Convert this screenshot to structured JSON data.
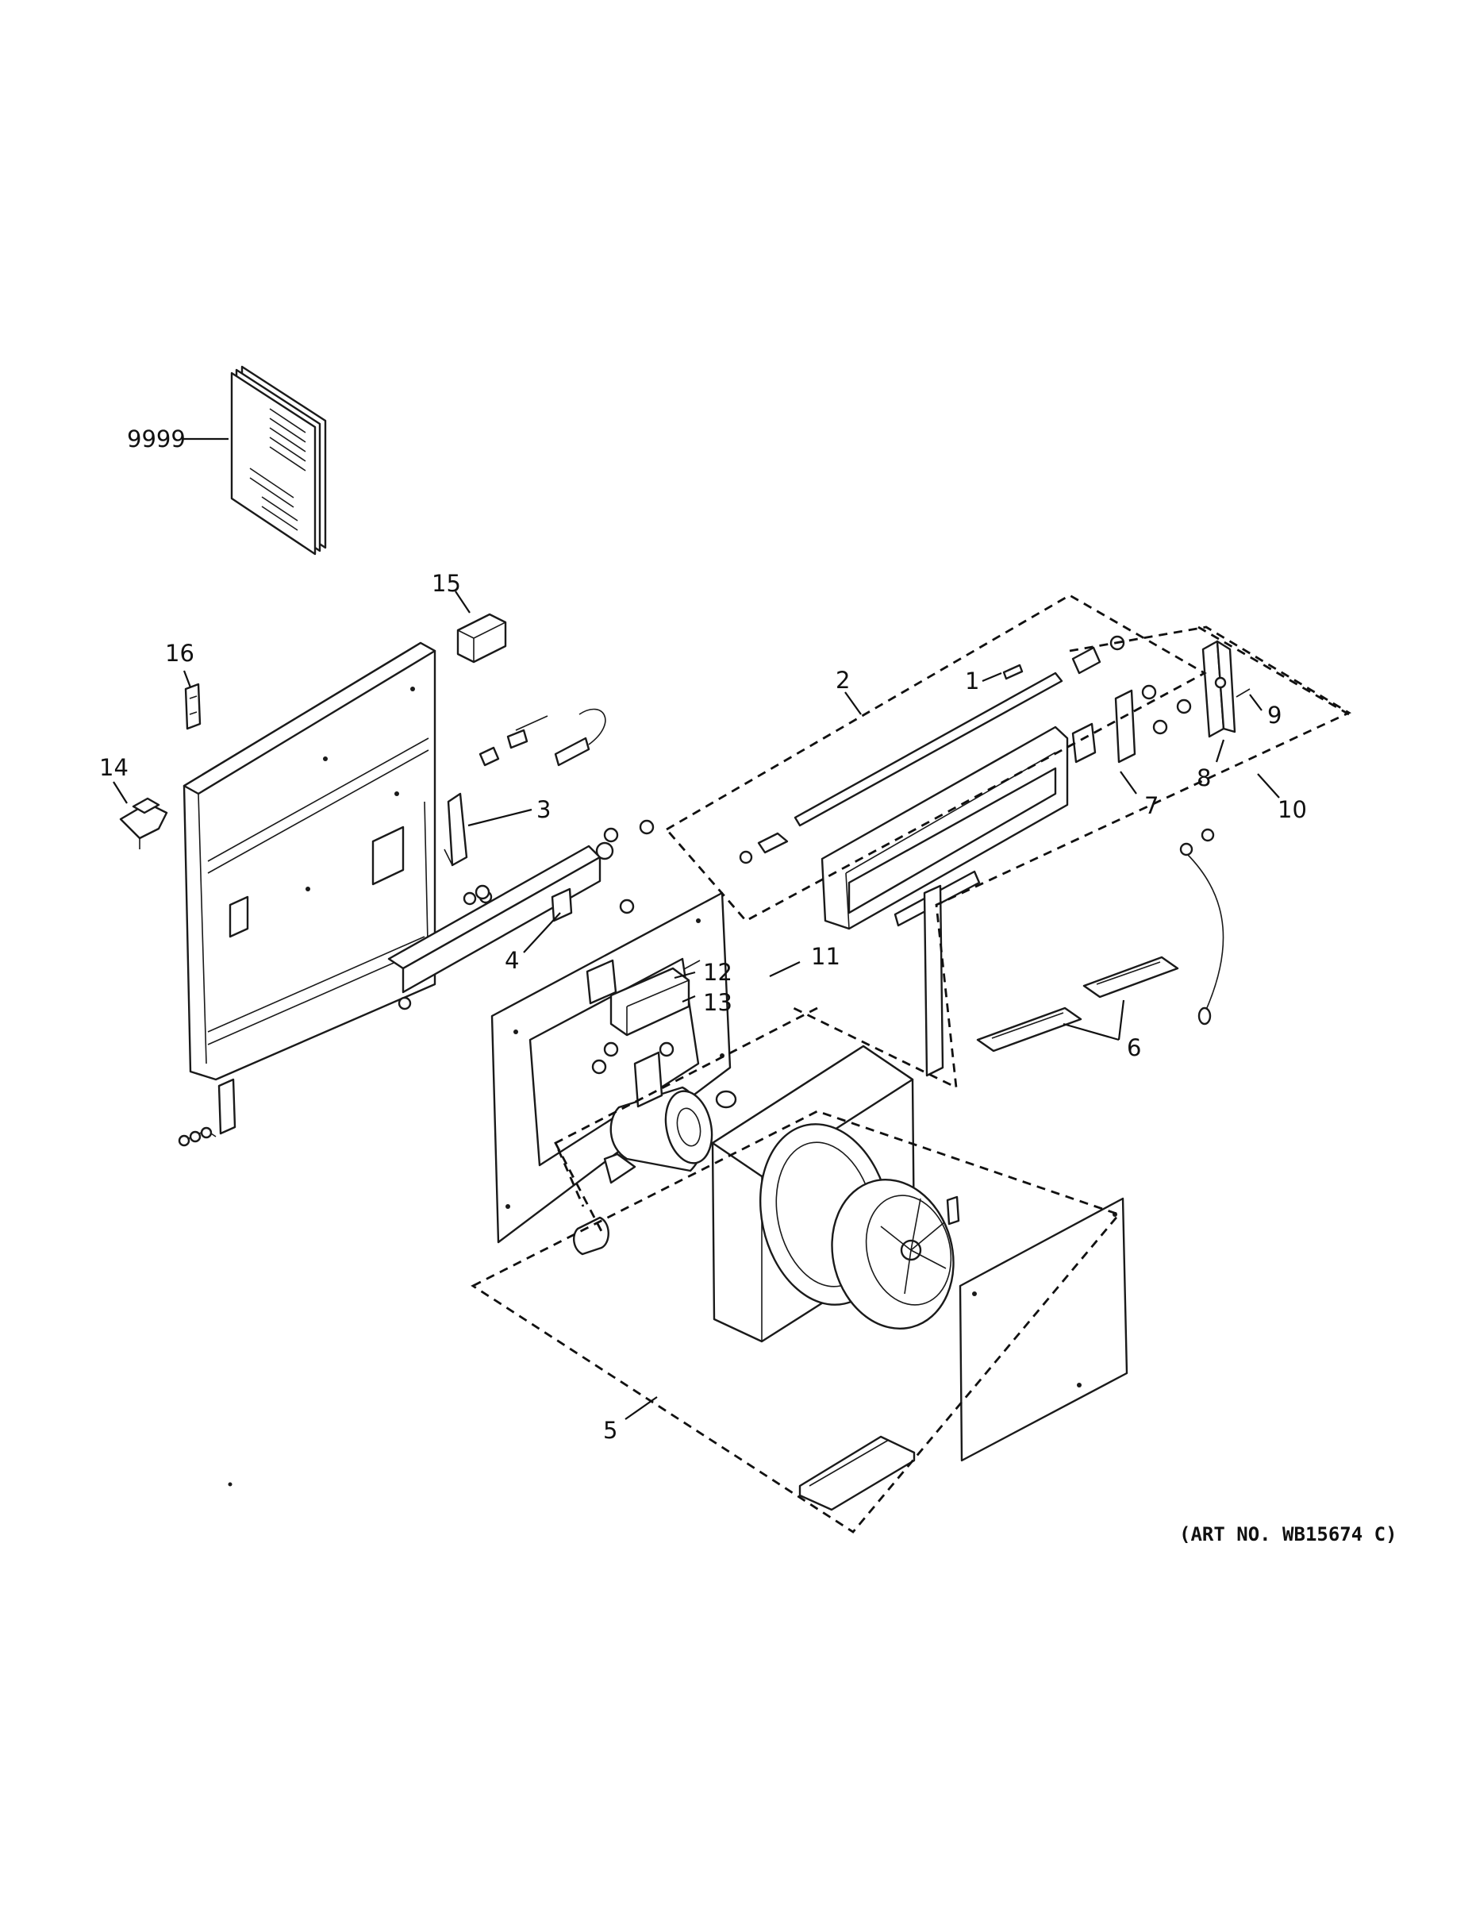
{
  "callouts": [
    {
      "id": "9999",
      "text": "9999"
    },
    {
      "id": "15",
      "text": "15"
    },
    {
      "id": "16",
      "text": "16"
    },
    {
      "id": "14",
      "text": "14"
    },
    {
      "id": "3",
      "text": "3"
    },
    {
      "id": "4",
      "text": "4"
    },
    {
      "id": "2",
      "text": "2"
    },
    {
      "id": "1",
      "text": "1"
    },
    {
      "id": "9",
      "text": "9"
    },
    {
      "id": "8",
      "text": "8"
    },
    {
      "id": "10",
      "text": "10"
    },
    {
      "id": "7",
      "text": "7"
    },
    {
      "id": "11",
      "text": "11"
    },
    {
      "id": "12",
      "text": "12"
    },
    {
      "id": "13",
      "text": "13"
    },
    {
      "id": "6",
      "text": "6"
    },
    {
      "id": "5",
      "text": "5"
    }
  ],
  "art_number": "(ART NO. WB15674 C)"
}
